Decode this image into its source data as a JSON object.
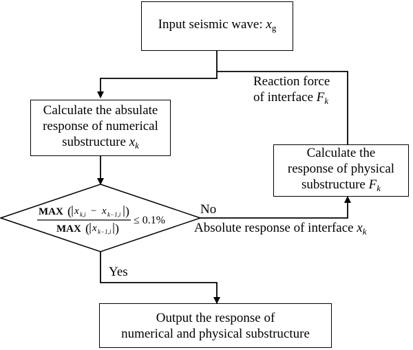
{
  "nodes": {
    "input": {
      "text": "Input seismic wave: ",
      "var": "x",
      "sub": "g"
    },
    "calc_numerical": {
      "line1": "Calculate the absulate",
      "line2": "response of numerical",
      "line3": "substructure ",
      "var": "x",
      "sub": "k"
    },
    "calc_physical": {
      "line1": "Calculate the",
      "line2": "response of physical",
      "line3": "substructure ",
      "var": "F",
      "sub": "k"
    },
    "decision": {
      "num_func": "MAX",
      "num_var1": "x",
      "num_sub1": "k,i",
      "num_minus": " − ",
      "num_var2": "x",
      "num_sub2": "k−1,i",
      "den_func": "MAX",
      "den_var": "x",
      "den_sub": "k−1,i",
      "relation": "≤ 0.1%"
    },
    "output": {
      "line1": "Output the response of",
      "line2": "numerical and physical substructure"
    }
  },
  "edges": {
    "reaction_force": {
      "line1": "Reaction force",
      "line2": "of interface ",
      "var": "F",
      "sub": "k"
    },
    "no": "No",
    "absolute_response": {
      "text": "Absolute response of interface ",
      "var": "x",
      "sub": "k"
    },
    "yes": "Yes"
  },
  "colors": {
    "stroke": "#000000",
    "background": "#ffffff"
  }
}
